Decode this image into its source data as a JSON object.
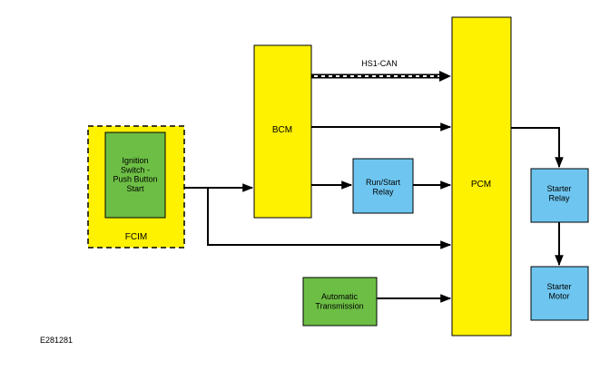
{
  "diagram": {
    "blocks": {
      "fcim": {
        "label": [
          "FCIM"
        ],
        "color": "#FFF200"
      },
      "ignition": {
        "label": [
          "Ignition",
          "Switch -",
          "Push Button",
          "Start"
        ],
        "color": "#6DBE45"
      },
      "bcm": {
        "label": [
          "BCM"
        ],
        "color": "#FFF200"
      },
      "run_start_relay": {
        "label": [
          "Run/Start",
          "Relay"
        ],
        "color": "#6EC6F0"
      },
      "pcm": {
        "label": [
          "PCM"
        ],
        "color": "#FFF200"
      },
      "automatic_transmission": {
        "label": [
          "Automatic",
          "Transmission"
        ],
        "color": "#6DBE45"
      },
      "starter_relay": {
        "label": [
          "Starter",
          "Relay"
        ],
        "color": "#6EC6F0"
      },
      "starter_motor": {
        "label": [
          "Starter",
          "Motor"
        ],
        "color": "#6EC6F0"
      }
    },
    "connections": {
      "hs1_can": {
        "label": "HS1-CAN"
      }
    },
    "figure_id": "E281281"
  }
}
